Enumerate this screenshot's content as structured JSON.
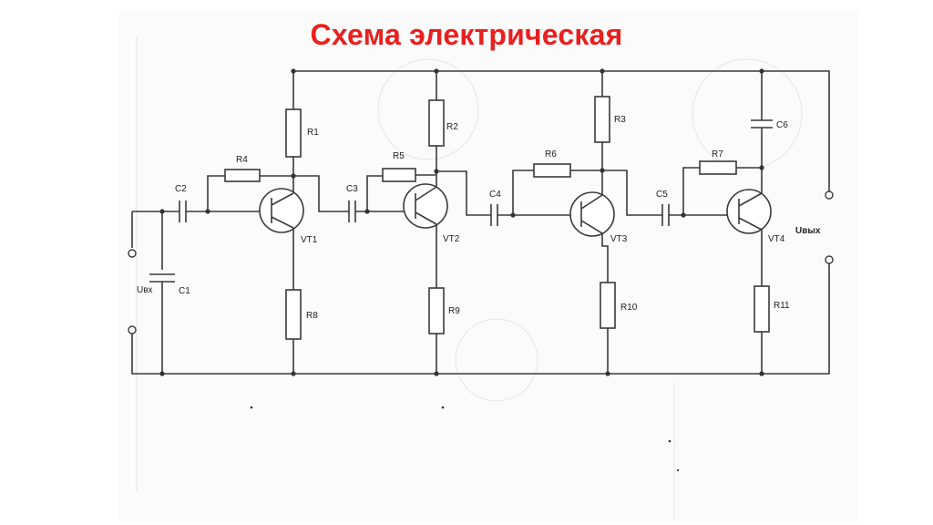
{
  "slide": {
    "title": "Схема электрическая"
  },
  "labels": {
    "R1": "R1",
    "R2": "R2",
    "R3": "R3",
    "R4": "R4",
    "R5": "R5",
    "R6": "R6",
    "R7": "R7",
    "R8": "R8",
    "R9": "R9",
    "R10": "R10",
    "R11": "R11",
    "C1": "C1",
    "C2": "C2",
    "C3": "C3",
    "C4": "C4",
    "C5": "C5",
    "C6": "C6",
    "VT1": "VT1",
    "VT2": "VT2",
    "VT3": "VT3",
    "VT4": "VT4",
    "input": "Uвх",
    "output": "Uвых"
  },
  "colors": {
    "title": "#e8201f",
    "ink": "#3a3a3a"
  }
}
